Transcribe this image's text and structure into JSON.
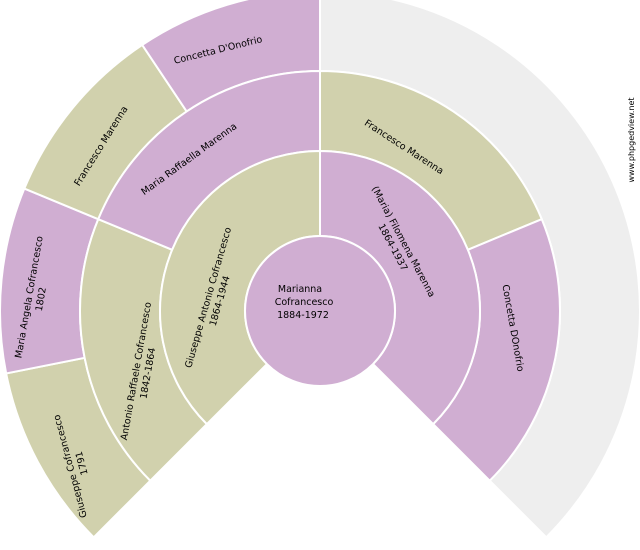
{
  "site": "www.phpgedview.net",
  "colors": {
    "purple": "#d0aed2",
    "olive": "#d1d1ad",
    "grey": "#eeeeee",
    "white": "#ffffff",
    "background": "#ffffff"
  },
  "center": {
    "name_1": "Marianna",
    "name_2": "Cofrancesco",
    "dates": "1884-1972"
  },
  "generation_1": {
    "father": {
      "name": "Giuseppe Antonio Cofrancesco",
      "dates": "1864-1944"
    },
    "mother": {
      "name": "(Maria) Filomena Marenna",
      "dates": "1864-1937"
    }
  },
  "generation_2": {
    "father_father": {
      "name": "Antonio Raffaele Cofrancesco",
      "dates": "1842-1864"
    },
    "father_mother": {
      "name": "Maria Raffaella Marenna"
    },
    "mother_father": {
      "name": "Francesco Marenna"
    },
    "mother_mother": {
      "name": "Concetta DOnofrio"
    }
  },
  "generation_3": {
    "fff": {
      "name": "Giuseppe Cofrancesco",
      "dates": "1791"
    },
    "ffm": {
      "name": "Maria Angela Cofrancesco",
      "dates": "1802"
    },
    "fmf": {
      "name": "Francesco Marenna"
    },
    "fmm": {
      "name": "Concetta D'Onofrio"
    }
  }
}
